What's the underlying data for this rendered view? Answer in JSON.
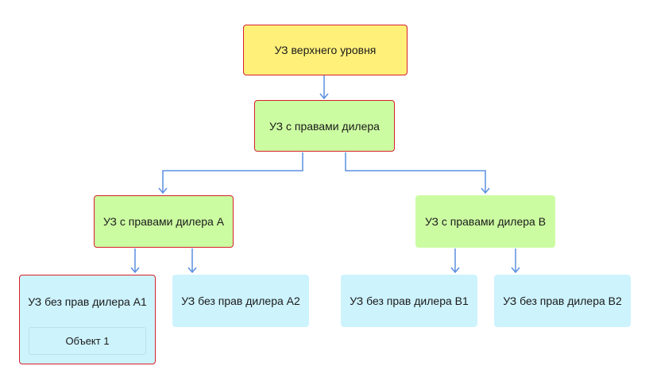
{
  "nodes": {
    "top": "УЗ верхнего уровня",
    "dealer": "УЗ с правами дилера",
    "dealer_a": "УЗ с правами дилера A",
    "dealer_b": "УЗ с правами дилера B",
    "a1": "УЗ без прав дилера A1",
    "a2": "УЗ без прав дилера A2",
    "b1": "УЗ без прав дилера B1",
    "b2": "УЗ без прав дилера B2",
    "object1": "Объект 1"
  },
  "colors": {
    "top_fill": "#fff07a",
    "dealer_fill": "#ccfca2",
    "leaf_fill": "#cdf3fd",
    "highlight_border": "#d6202a",
    "connector": "#5b8fe0"
  }
}
